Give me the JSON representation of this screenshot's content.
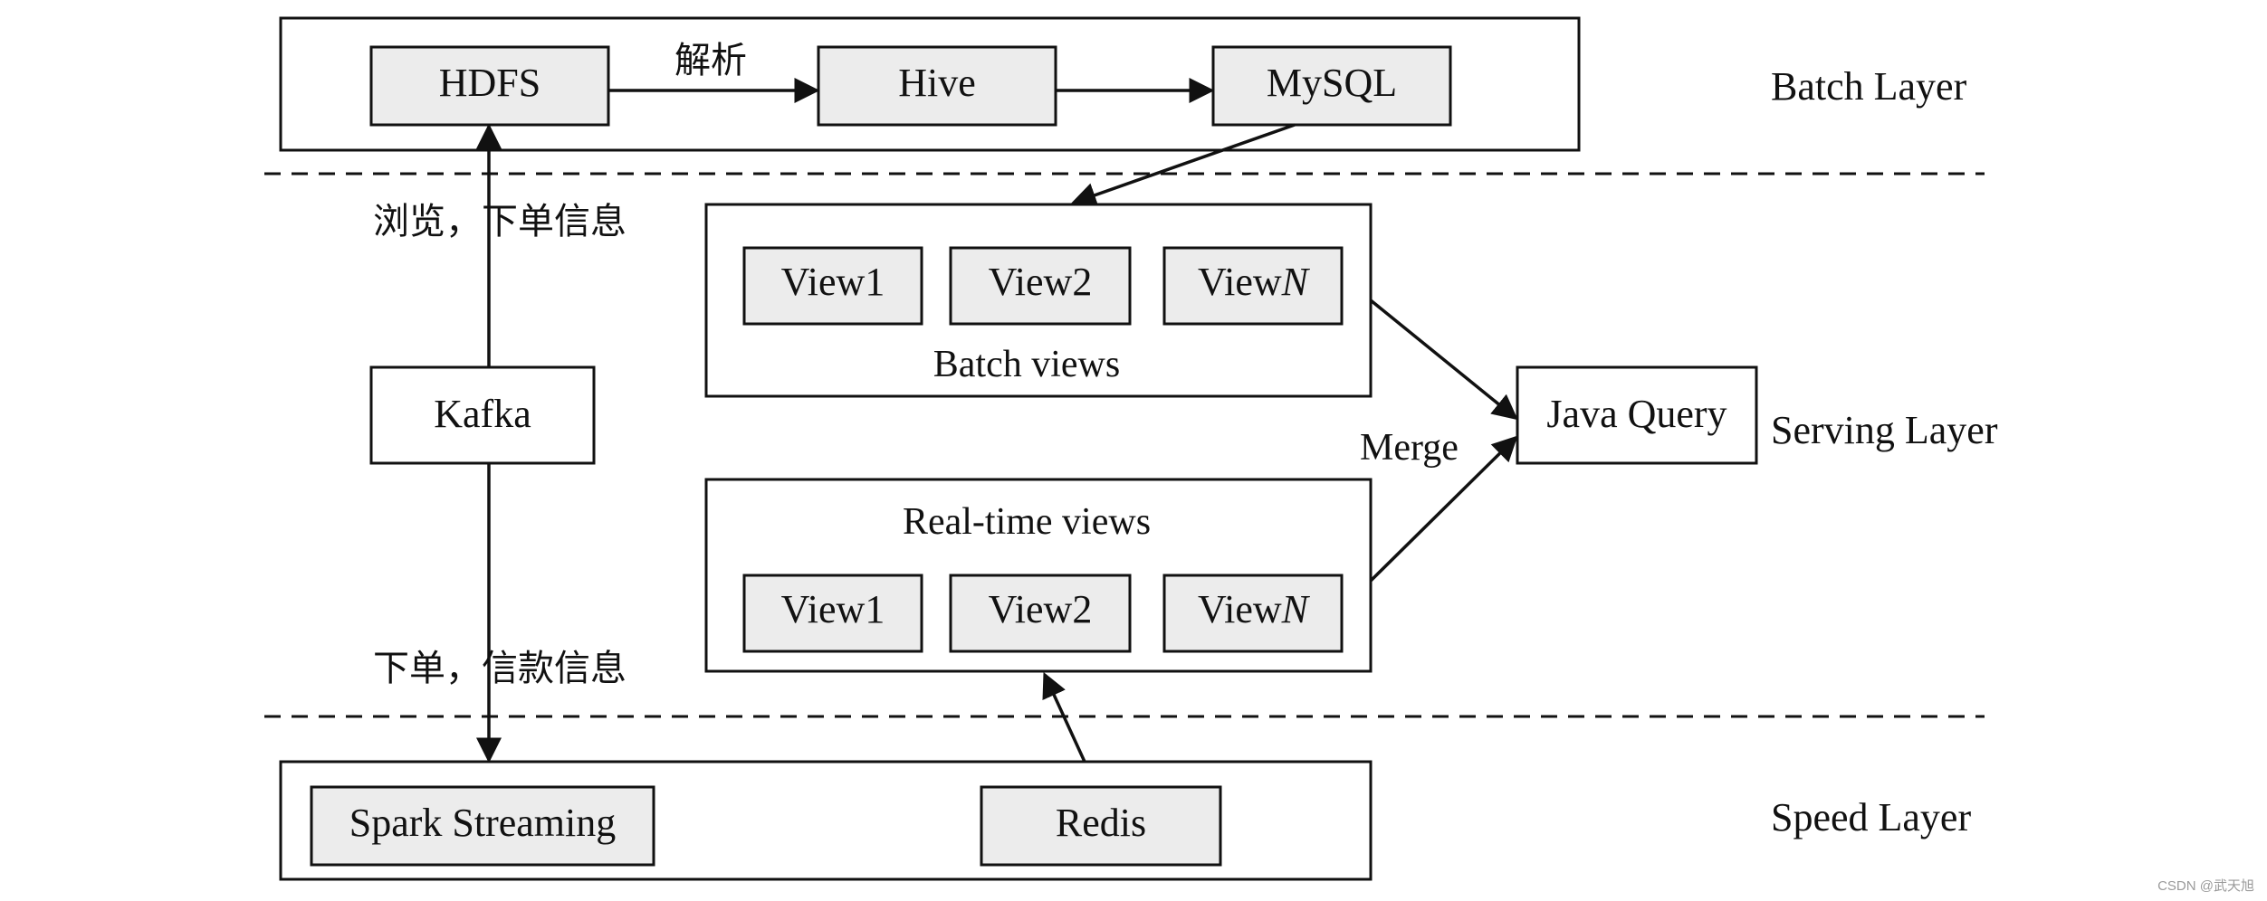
{
  "colors": {
    "line": "#111111",
    "node_fill": "#ececec",
    "container_fill": "#ffffff",
    "background": "#ffffff"
  },
  "layers": {
    "batch": "Batch Layer",
    "serving": "Serving Layer",
    "speed": "Speed Layer"
  },
  "nodes": {
    "hdfs": "HDFS",
    "hive": "Hive",
    "mysql": "MySQL",
    "kafka": "Kafka",
    "java_query": "Java Query",
    "spark_streaming": "Spark Streaming",
    "redis": "Redis"
  },
  "batch_views": {
    "label": "Batch views",
    "view1": "View1",
    "view2": "View2",
    "viewN_prefix": "View",
    "viewN_suffix": "N"
  },
  "realtime_views": {
    "label": "Real-time views",
    "view1": "View1",
    "view2": "View2",
    "viewN_prefix": "View",
    "viewN_suffix": "N"
  },
  "edges": {
    "hdfs_to_hive": "解析",
    "kafka_to_hdfs": "浏览，下单信息",
    "kafka_to_spark": "下单，信款信息",
    "merge": "Merge"
  },
  "watermark": "CSDN @武天旭"
}
